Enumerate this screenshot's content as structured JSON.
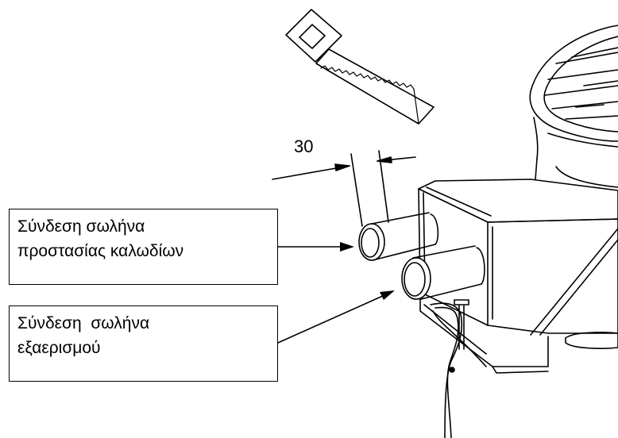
{
  "dimension": {
    "value": "30"
  },
  "callouts": [
    {
      "lines": [
        "Σύνδεση σωλήνα",
        "προστασίας καλωδίων"
      ]
    },
    {
      "lines": [
        "Σύνδεση  σωλήνα",
        "εξαερισμού"
      ]
    }
  ]
}
